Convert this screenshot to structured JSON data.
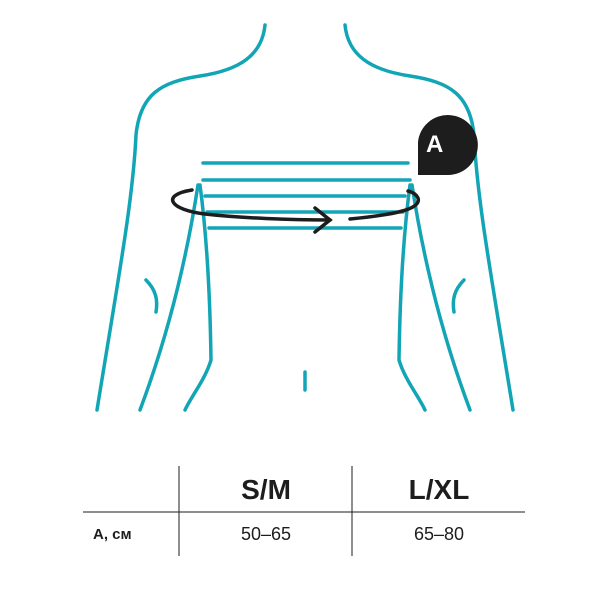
{
  "badge_label": "A",
  "colors": {
    "outline": "#12a5b5",
    "ink": "#1d1d1d"
  },
  "table": {
    "headers": [
      "S/M",
      "L/XL"
    ],
    "rows": [
      {
        "label": "A, см",
        "values": [
          "50–65",
          "65–80"
        ]
      }
    ]
  }
}
